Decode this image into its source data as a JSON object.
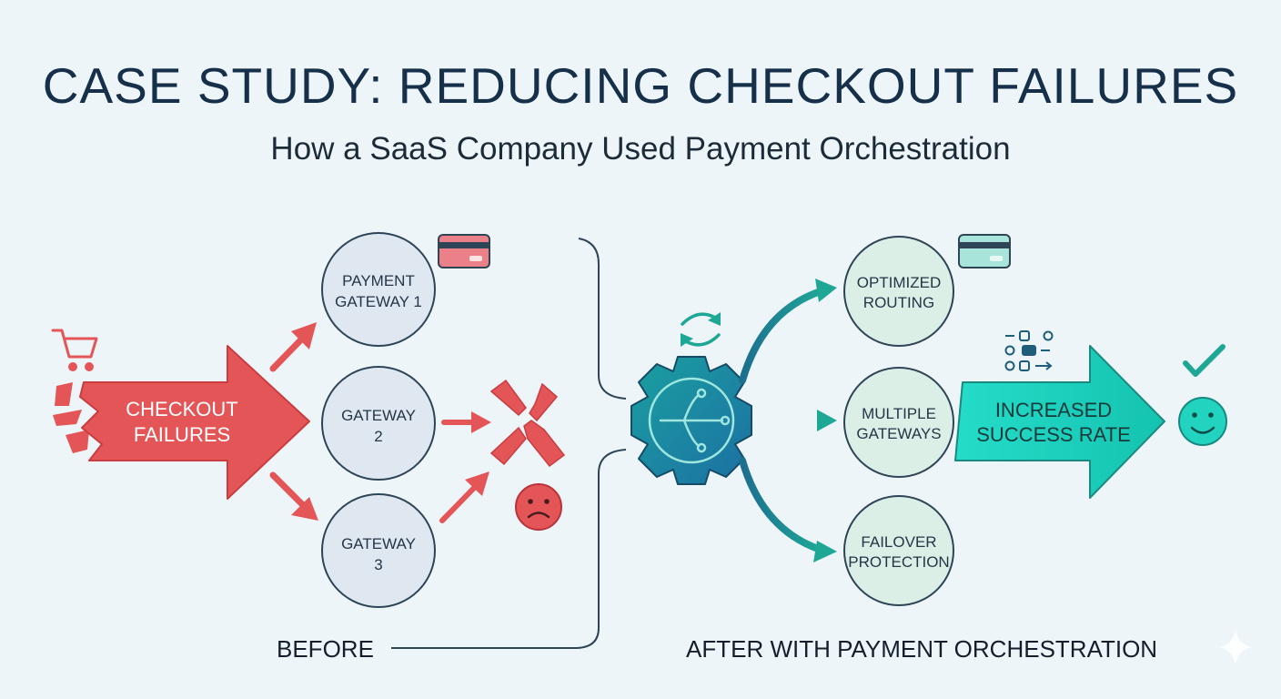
{
  "header": {
    "title": "CASE STUDY: REDUCING CHECKOUT FAILURES",
    "subtitle": "How a SaaS Company Used Payment Orchestration"
  },
  "before": {
    "section_label": "BEFORE",
    "problem_line1": "CHECKOUT",
    "problem_line2": "FAILURES",
    "gateways": [
      {
        "line1": "PAYMENT",
        "line2": "GATEWAY 1"
      },
      {
        "line1": "GATEWAY",
        "line2": "2"
      },
      {
        "line1": "GATEWAY",
        "line2": "3"
      }
    ]
  },
  "after": {
    "section_label": "AFTER WITH PAYMENT ORCHESTRATION",
    "features": [
      {
        "line1": "OPTIMIZED",
        "line2": "ROUTING"
      },
      {
        "line1": "MULTIPLE",
        "line2": "GATEWAYS"
      },
      {
        "line1": "FAILOVER",
        "line2": "PROTECTION"
      }
    ],
    "result_line1": "INCREASED",
    "result_line2": "SUCCESS RATE"
  },
  "colors": {
    "background": "#eef5f9",
    "failure_red": "#e45558",
    "success_teal": "#22d3c0",
    "hub_blue": "#1b7f9c",
    "gateway_fill": "#dfe8f0",
    "feature_fill": "#dcefe6"
  },
  "icons": [
    "shopping-cart-icon",
    "credit-card-icon",
    "sad-face-icon",
    "x-mark-icon",
    "sync-icon",
    "gear-hub-icon",
    "list-flow-icon",
    "checkmark-icon",
    "smiley-face-icon",
    "sparkle-icon"
  ]
}
